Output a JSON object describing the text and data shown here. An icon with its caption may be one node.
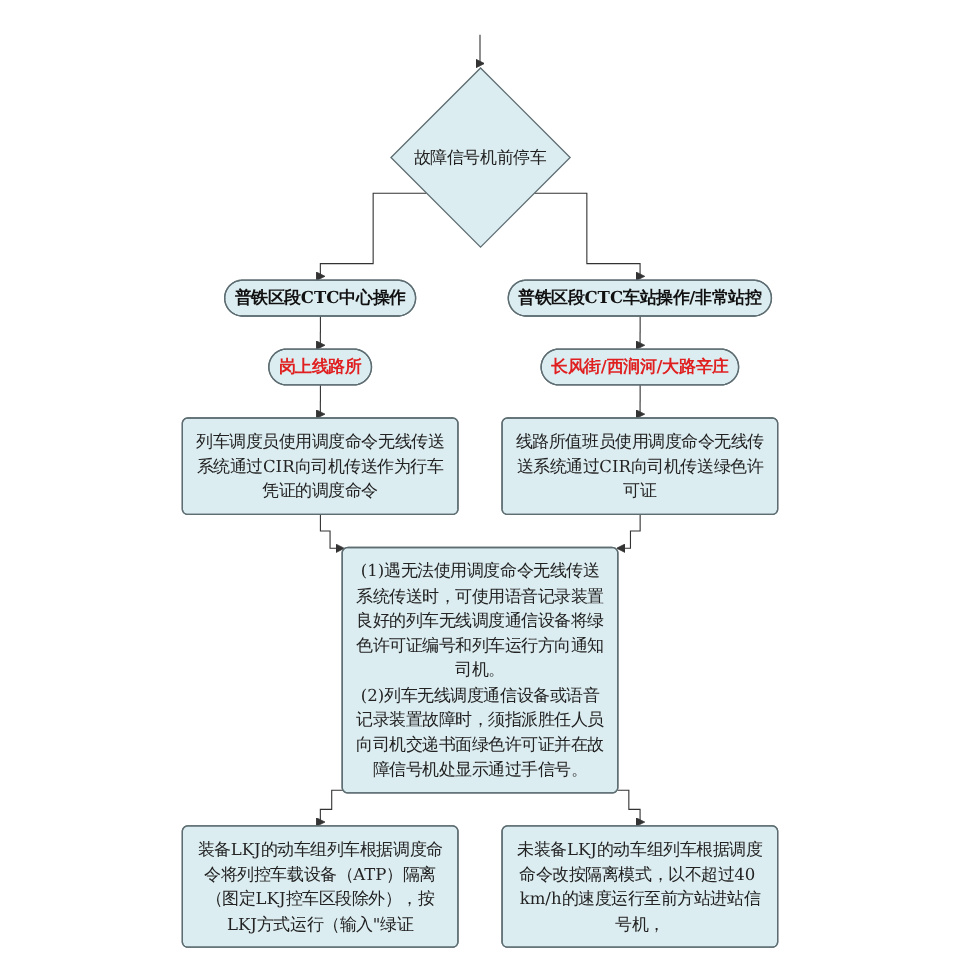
{
  "diagram": {
    "nodes": [
      {
        "text": [
          "故障信号机前停车"
        ]
      },
      {
        "text": [
          "普铁区段CTC中心操作"
        ]
      },
      {
        "text": [
          "普铁区段CTC车站操作/非常站控"
        ]
      },
      {
        "text": [
          "岗上线路所"
        ]
      },
      {
        "text": [
          "长风街/西涧河/大路辛庄"
        ]
      },
      {
        "text": [
          "列车调度员使用调度命令无线传送系统通过CIR向司机传送作为行车凭证的调度命令"
        ]
      },
      {
        "text": [
          "线路所值班员使用调度命令无线传送系统通过CIR向司机传送绿色许可证"
        ]
      },
      {
        "text": [
          "(1)遇无法使用调度命令无线传送系统传送时，可使用语音记录装置良好的列车无线调度通信设备将绿色许可证编号和列车运行方向通知司机。",
          "(2)列车无线调度通信设备或语音记录装置故障时，须指派胜任人员向司机交递书面绿色许可证并在故障信号机处显示通过手信号。"
        ]
      },
      {
        "text": [
          "装备LKJ的动车组列车根据调度命令将列控车载设备（ATP）隔离（图定LKJ控车区段除外），按LKJ方式运行（输入\"绿证"
        ]
      },
      {
        "text": [
          "未装备LKJ的动车组列车根据调度命令改按隔离模式，以不超过40 km/h的速度运行至前方站进站信号机，"
        ]
      }
    ],
    "edges": [
      {
        "from": null,
        "to": 0,
        "arrow": "to"
      },
      {
        "from": 0,
        "to": 1,
        "arrow": "to"
      },
      {
        "from": 0,
        "to": 2,
        "arrow": "to"
      },
      {
        "from": 1,
        "to": 3,
        "arrow": "to"
      },
      {
        "from": 2,
        "to": 4,
        "arrow": "to"
      },
      {
        "from": 3,
        "to": 5,
        "arrow": "to"
      },
      {
        "from": 4,
        "to": 6,
        "arrow": "to"
      },
      {
        "from": 5,
        "to": 7,
        "arrow": "to"
      },
      {
        "from": 6,
        "to": 7,
        "arrow": "to"
      },
      {
        "from": 7,
        "to": 8,
        "arrow": "to"
      },
      {
        "from": 7,
        "to": 9,
        "arrow": "to"
      }
    ]
  }
}
